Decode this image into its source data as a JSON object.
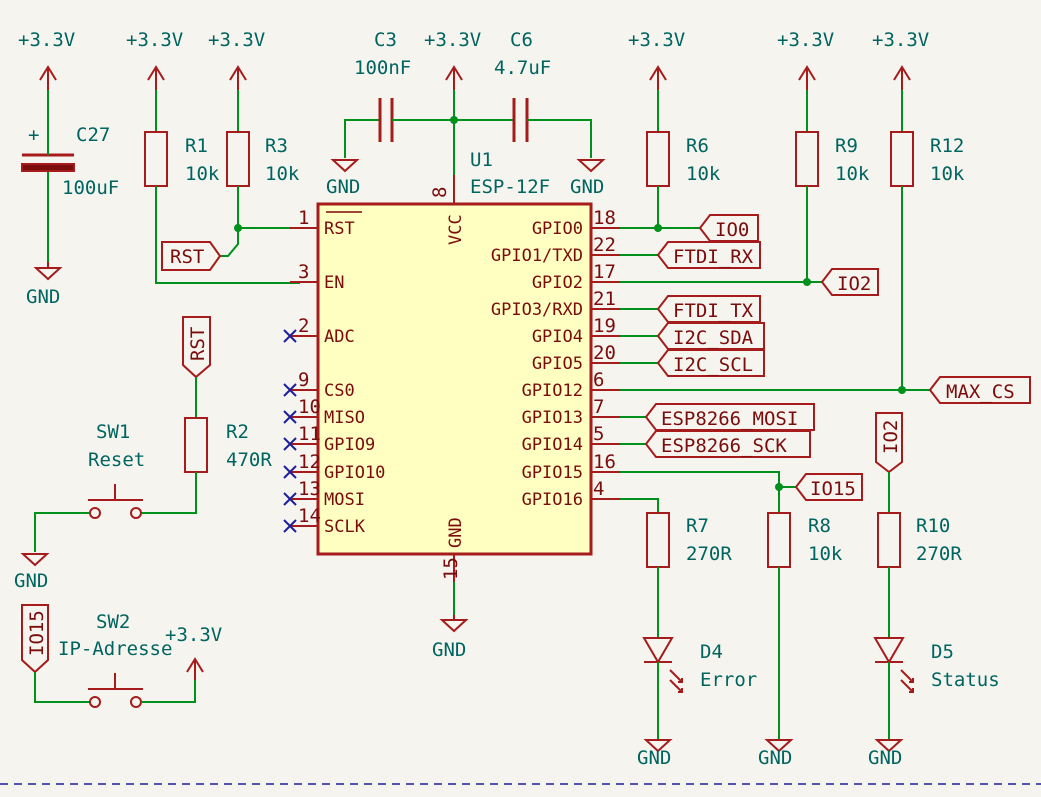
{
  "power": {
    "vcc": "+3.3V",
    "gnd": "GND"
  },
  "capacitors": {
    "c27": {
      "ref": "C27",
      "value": "100uF",
      "polarity": "+"
    },
    "c3": {
      "ref": "C3",
      "value": "100nF"
    },
    "c6": {
      "ref": "C6",
      "value": "4.7uF"
    }
  },
  "resistors": {
    "r1": {
      "ref": "R1",
      "value": "10k"
    },
    "r3": {
      "ref": "R3",
      "value": "10k"
    },
    "r2": {
      "ref": "R2",
      "value": "470R"
    },
    "r6": {
      "ref": "R6",
      "value": "10k"
    },
    "r9": {
      "ref": "R9",
      "value": "10k"
    },
    "r12": {
      "ref": "R12",
      "value": "10k"
    },
    "r7": {
      "ref": "R7",
      "value": "270R"
    },
    "r8": {
      "ref": "R8",
      "value": "10k"
    },
    "r10": {
      "ref": "R10",
      "value": "270R"
    }
  },
  "leds": {
    "d4": {
      "ref": "D4",
      "value": "Error"
    },
    "d5": {
      "ref": "D5",
      "value": "Status"
    }
  },
  "switches": {
    "sw1": {
      "ref": "SW1",
      "value": "Reset"
    },
    "sw2": {
      "ref": "SW2",
      "value": "IP-Adresse"
    }
  },
  "u1": {
    "ref": "U1",
    "value": "ESP-12F",
    "vcc_pin": {
      "name": "VCC",
      "num": "8"
    },
    "gnd_pin": {
      "name": "GND",
      "num": "15"
    },
    "left_pins": [
      {
        "name": "RST",
        "num": "1"
      },
      {
        "name": "EN",
        "num": "3"
      },
      {
        "name": "ADC",
        "num": "2"
      },
      {
        "name": "CS0",
        "num": "9"
      },
      {
        "name": "MISO",
        "num": "10"
      },
      {
        "name": "GPIO9",
        "num": "11"
      },
      {
        "name": "GPIO10",
        "num": "12"
      },
      {
        "name": "MOSI",
        "num": "13"
      },
      {
        "name": "SCLK",
        "num": "14"
      }
    ],
    "right_pins": [
      {
        "name": "GPIO0",
        "num": "18"
      },
      {
        "name": "GPIO1/TXD",
        "num": "22"
      },
      {
        "name": "GPIO2",
        "num": "17"
      },
      {
        "name": "GPIO3/RXD",
        "num": "21"
      },
      {
        "name": "GPIO4",
        "num": "19"
      },
      {
        "name": "GPIO5",
        "num": "20"
      },
      {
        "name": "GPIO12",
        "num": "6"
      },
      {
        "name": "GPIO13",
        "num": "7"
      },
      {
        "name": "GPIO14",
        "num": "5"
      },
      {
        "name": "GPIO15",
        "num": "16"
      },
      {
        "name": "GPIO16",
        "num": "4"
      }
    ]
  },
  "net_labels": {
    "io0": "IO0",
    "ftdi_rx": "FTDI_RX",
    "io2": "IO2",
    "ftdi_tx": "FTDI_TX",
    "i2c_sda": "I2C_SDA",
    "i2c_scl": "I2C_SCL",
    "max_cs": "MAX_CS",
    "esp_mosi": "ESP8266_MOSI",
    "esp_sck": "ESP8266_SCK",
    "io15": "IO15",
    "rst": "RST"
  },
  "colors": {
    "background": "#f5f4ef",
    "wire": "#00901c",
    "component": "#a61b1b",
    "ic_fill": "#ffffc2",
    "label_text": "#00645f",
    "pin_text": "#7a0c0c",
    "no_connect": "#1f1f9c"
  }
}
